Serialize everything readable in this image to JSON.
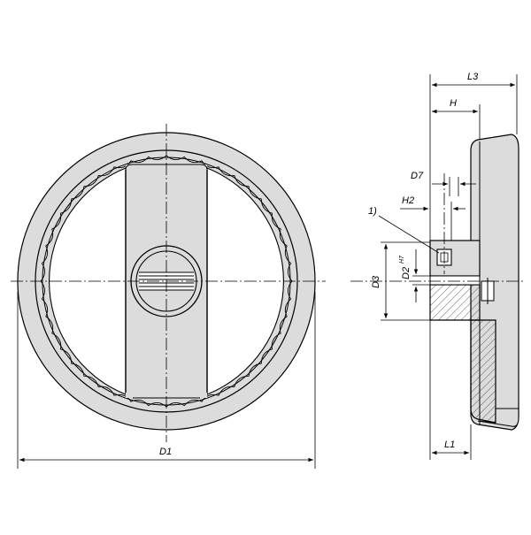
{
  "labels": {
    "d1": "D1",
    "l3": "L3",
    "h": "H",
    "d7": "D7",
    "h2": "H2",
    "note": "1)",
    "d3": "D3",
    "d2": "D2",
    "d2_tol": "H7",
    "l1": "L1"
  }
}
